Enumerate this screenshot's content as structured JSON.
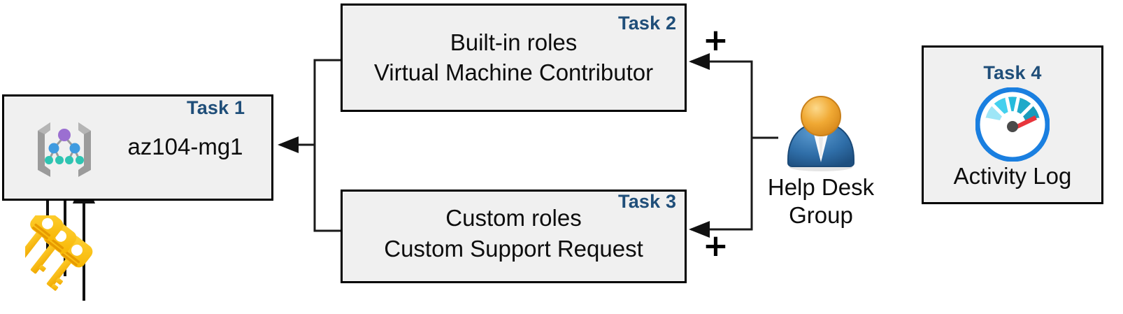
{
  "diagram": {
    "title": "Azure RBAC task diagram",
    "accent_label_color": "#1F4E79",
    "box_fill": "#F0F0F0",
    "box_border": "#000000",
    "connector_color": "#000000"
  },
  "boxes": [
    {
      "id": "task1",
      "task_label": "Task 1",
      "text_line1": "az104-mg1",
      "text_line2": "",
      "icon": "management-group-icon"
    },
    {
      "id": "task2",
      "task_label": "Task 2",
      "text_line1": "Built-in roles",
      "text_line2": "Virtual Machine Contributor",
      "icon": ""
    },
    {
      "id": "task3",
      "task_label": "Task 3",
      "text_line1": "Custom roles",
      "text_line2": "Custom Support Request",
      "icon": ""
    },
    {
      "id": "task4",
      "task_label": "Task 4",
      "text_line1": "Activity Log",
      "text_line2": "",
      "icon": "gauge-activity-log-icon"
    }
  ],
  "actor": {
    "icon": "user-group-icon",
    "caption_line1": "Help Desk",
    "caption_line2": "Group"
  },
  "operators": {
    "plus_top": "+",
    "plus_bottom": "+"
  },
  "keys": {
    "icon": "three-keys-icon",
    "count": 3
  },
  "colors": {
    "person_head": "#E8A33D",
    "person_body": "#2E6CA4",
    "key_gold": "#FFC41E",
    "gauge_ring": "#1A7FE0",
    "gauge_needle": "#E8353C",
    "mg_bracket": "#9B9B9B",
    "mg_node_purple": "#9B6FD1",
    "mg_node_blue": "#3F9BE0",
    "mg_node_teal": "#2FC4B2"
  }
}
